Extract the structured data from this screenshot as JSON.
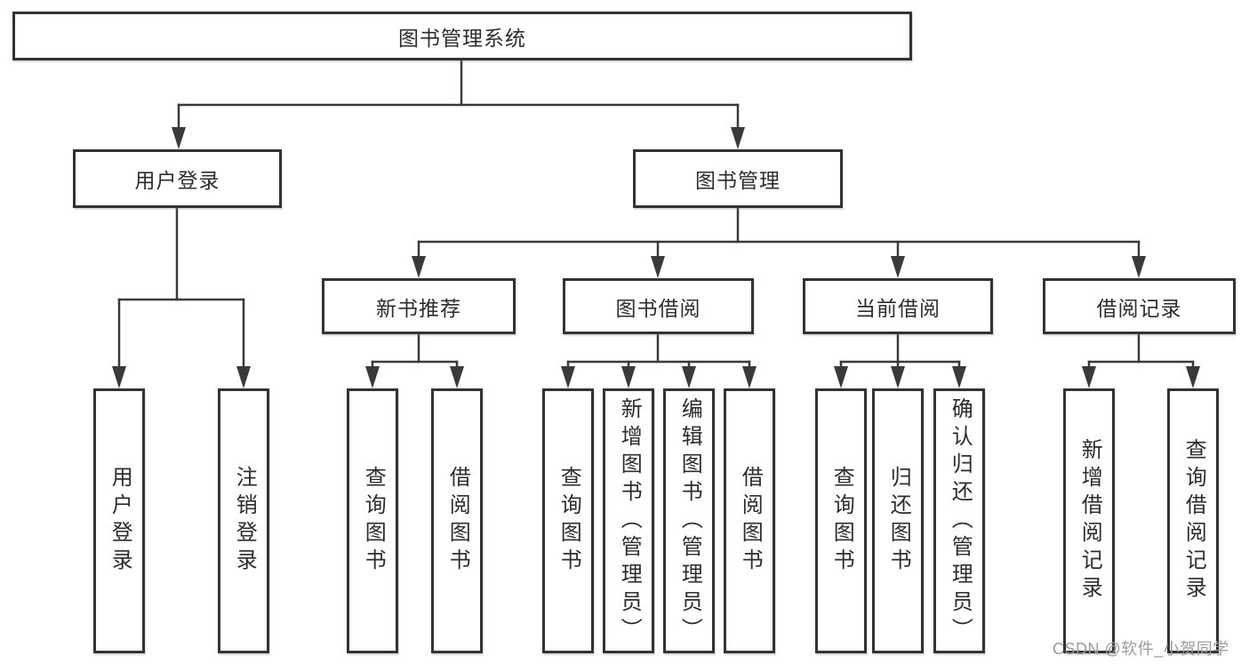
{
  "tree": {
    "label": "图书管理系统",
    "children": [
      {
        "label": "用户登录",
        "children": [
          {
            "label": "用户登录"
          },
          {
            "label": "注销登录"
          }
        ]
      },
      {
        "label": "图书管理",
        "children": [
          {
            "label": "新书推荐",
            "children": [
              {
                "label": "查询图书"
              },
              {
                "label": "借阅图书"
              }
            ]
          },
          {
            "label": "图书借阅",
            "children": [
              {
                "label": "查询图书"
              },
              {
                "label": "新增图书（管理员）"
              },
              {
                "label": "编辑图书（管理员）"
              },
              {
                "label": "借阅图书"
              }
            ]
          },
          {
            "label": "当前借阅",
            "children": [
              {
                "label": "查询图书"
              },
              {
                "label": "归还图书"
              },
              {
                "label": "确认归还（管理员）"
              }
            ]
          },
          {
            "label": "借阅记录",
            "children": [
              {
                "label": "新增借阅记录"
              },
              {
                "label": "查询借阅记录"
              }
            ]
          }
        ]
      }
    ]
  },
  "watermark": "CSDN @软件_小贺同学",
  "colors": {
    "background": "#ffffff",
    "line": "#3a3a3a",
    "border": "#333333",
    "text": "#2d2d2d",
    "watermark": "#9c9c9c"
  }
}
